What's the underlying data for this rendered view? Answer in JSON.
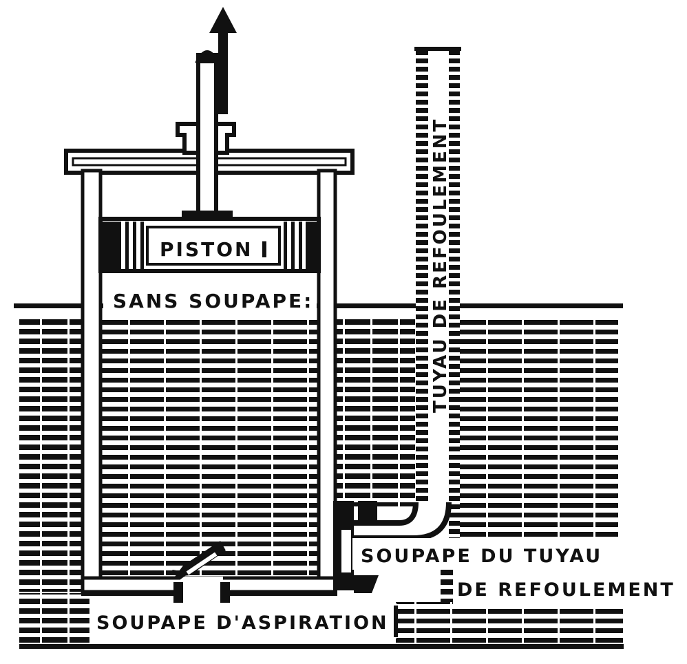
{
  "labels": {
    "piston": "PISTON",
    "piston_mark": "I",
    "sans_soupape": "SANS SOUPAPE:",
    "tuyau_de_refoulement": "TUYAU DE REFOULEMENT",
    "soupape_du_tuyau_line1": "SOUPAPE DU TUYAU",
    "soupape_du_tuyau_line2": "DE REFOULEMENT",
    "soupape_aspiration": "SOUPAPE D'ASPIRATION"
  },
  "colors": {
    "ink": "#111111",
    "paper": "#ffffff"
  }
}
